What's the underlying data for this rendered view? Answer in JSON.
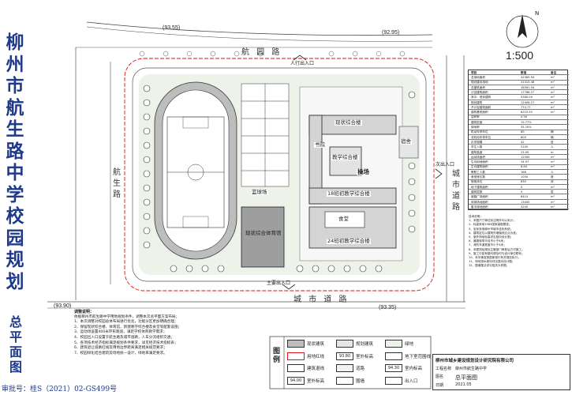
{
  "title_main": [
    "柳",
    "州",
    "市",
    "航",
    "生",
    "路",
    "中",
    "学",
    "校",
    "园",
    "规",
    "划"
  ],
  "title_sub": [
    "总",
    "平",
    "面",
    "图"
  ],
  "approval_number": "审批号：桂S（2021）02-GS499号",
  "scale": "1:500",
  "north_symbol": "N",
  "roads": {
    "north": "航 园 路",
    "south": "城 市 道 路",
    "west": [
      "航",
      "生",
      "路"
    ],
    "east": [
      "城",
      "市",
      "道",
      "路"
    ]
  },
  "entrances": {
    "north_pedestrian": "人行出入口",
    "east_secondary": "次出入口",
    "south_main": "主要出入口"
  },
  "elevations": {
    "nw": "(93.55)",
    "ne": "(92.95)",
    "sw": "(93.90)",
    "se": "(93.35)"
  },
  "buildings": {
    "complex": "现状综合楼",
    "teaching_complex": "教学综合楼",
    "plaza": "操场",
    "teach18": "18班初教学综合楼",
    "canteen": "食堂",
    "teach24": "24班初教学综合楼",
    "gym": "现状综合体育馆",
    "tea": "书院",
    "dorm": "宿舍",
    "court": "篮球场"
  },
  "notes": {
    "title": "调整说明：",
    "lines": [
      "依据柳州市航生路中学用地规划条件，调整本次总平面方案布局；",
      "1、本次调整对校园总体布局进行优化，功能分区更加明确合理；",
      "2、保留现状综合楼、体育馆，新建教学综合楼及食堂等配套设施；",
      "3、运动场设置400米环形跑道，满足学校体育教学需求；",
      "4、校园出入口设置于航生路及城市道路，人车分流组织交通；",
      "5、各项技术经济指标满足规划条件要求，详见经济技术指标表；",
      "6、建筑退让道路红线及用地边界距离满足相关规范要求；",
      "7、校园绿化结合建筑及场地统一设计，绿地率满足要求。"
    ]
  },
  "legend": {
    "title": "图例",
    "items": [
      {
        "label": "现状建筑",
        "swatch": ""
      },
      {
        "label": "规划建筑",
        "swatch": ""
      },
      {
        "label": "绿地",
        "swatch": ""
      },
      {
        "label": "用地红线",
        "swatch": ""
      },
      {
        "label": "室外标高",
        "swatch": "93.80"
      },
      {
        "label": "地下室范围线",
        "swatch": ""
      },
      {
        "label": "建筑退线",
        "swatch": ""
      },
      {
        "label": "道路",
        "swatch": ""
      },
      {
        "label": "室内标高",
        "swatch": "94.30"
      },
      {
        "label": "室外标高",
        "swatch": "94.00"
      },
      {
        "label": "围墙",
        "swatch": ""
      },
      {
        "label": "出入口",
        "swatch": ""
      }
    ]
  },
  "title_block": {
    "company": "柳州市城乡建设规划设计研究院有限公司",
    "project_label": "工程名称",
    "project": "柳州市航生路中学",
    "drawing_label": "图名",
    "drawing": "总平面图",
    "date_label": "日期",
    "date": "2021.05"
  },
  "tech_table": {
    "header": [
      "项目",
      "数值",
      "备注"
    ],
    "rows": [
      [
        "总用地面积",
        "42365.94",
        "m²"
      ],
      [
        "规划建设用地",
        "31415.48",
        "m²"
      ],
      [
        "总建筑面积",
        "18561.04",
        "m²"
      ],
      [
        "计容建筑面积",
        "17786.27",
        "m²"
      ],
      [
        "其中：现状建筑",
        "5380.00",
        "m²"
      ],
      [
        "规划建筑",
        "12406.27",
        "m²"
      ],
      [
        "不计容建筑面积",
        "774.77",
        "m²"
      ],
      [
        "建筑基底面积",
        "6210.55",
        "m²"
      ],
      [
        "容积率",
        "0.56",
        ""
      ],
      [
        "建筑密度",
        "19.77%",
        ""
      ],
      [
        "绿地率",
        "35.20%",
        ""
      ],
      [
        "机动车停车位",
        "60",
        "辆"
      ],
      [
        "非机动车停车位",
        "800",
        "辆"
      ],
      [
        "办学规模",
        "42",
        "班"
      ],
      [
        "学生人数",
        "2100",
        "人"
      ],
      [
        "建筑高度",
        "23.95",
        "m"
      ],
      [
        "运动场面积",
        "12500",
        "m²"
      ],
      [
        "生均用地面积",
        "14.97",
        "m²"
      ],
      [
        "生均建筑面积",
        "8.84",
        "m²"
      ],
      [
        "教职工人数",
        "168",
        "人"
      ],
      [
        "食堂座位数",
        "1050",
        "座"
      ],
      [
        "宿舍床位",
        "630",
        "床"
      ],
      [
        "地下建筑面积",
        "0",
        "m²"
      ],
      [
        "建筑层数",
        "5",
        "层"
      ],
      [
        "道路广场面积",
        "6410",
        "m²"
      ],
      [
        "体育场地面积",
        "13000",
        "m²"
      ],
      [
        "集中绿地面积",
        "4200",
        "m²"
      ]
    ]
  },
  "tech_notes": [
    "技术说明：",
    "1、本图尺寸单位除注明外均以米计；",
    "2、标高采用1985国家高程基准；",
    "3、坐标采用柳州市城市坐标系统；",
    "4、建筑定位以建筑外墙轴线交点为准；",
    "5、室外场地标高详见竖向设计图；",
    "6、道路转弯半径不小于6米；",
    "7、消防车道宽度不小于4米；",
    "8、本图须经规划主管部门审批后方可施工；",
    "9、施工中如有疑问请及时与设计单位联系；",
    "10、未尽事宜按国家现行有关规范执行；",
    "11、场地排水坡向详见竖向设计图；",
    "12、围墙做法详见相关大样图。"
  ],
  "colors": {
    "title": "#1f3a8a",
    "redline": "#d11",
    "building_fill": "#d4d4d4",
    "green": "#e8efe4",
    "track": "#b8b8b8"
  }
}
